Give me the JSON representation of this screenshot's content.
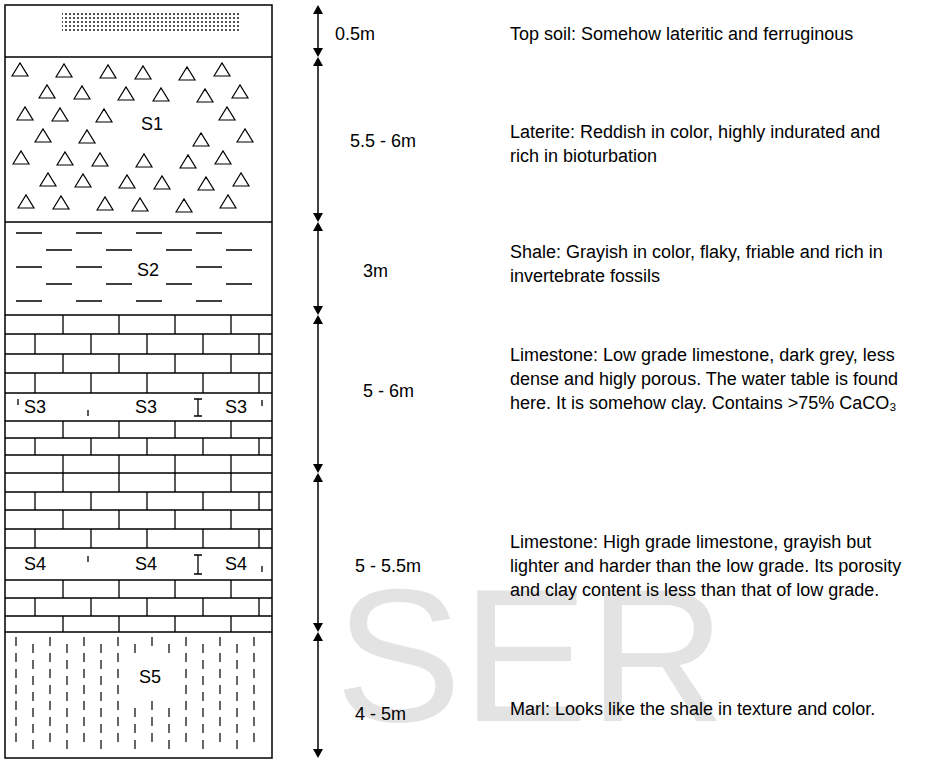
{
  "diagram": {
    "nodes": [
      {
        "text": [
          "S1"
        ]
      },
      {
        "text": [
          "S2"
        ]
      },
      {
        "text": [
          "S3",
          "S3",
          "S3"
        ]
      },
      {
        "text": [
          "S4",
          "S4",
          "S4"
        ]
      },
      {
        "text": [
          "S5"
        ]
      }
    ],
    "labels": [
      "0.5m",
      "Top soil: Somehow lateritic and ferruginous",
      "5.5 - 6m",
      "Laterite: Reddish in color, highly indurated and rich in bioturbation",
      "3m",
      "Shale: Grayish in color, flaky, friable and rich in invertebrate fossils",
      "5 - 6m",
      "Limestone: Low grade limestone, dark grey, less dense and higly porous. The water table is found here. It is somehow clay. Contains >75% CaCO₃",
      "5 - 5.5m",
      "Limestone: High grade limestone, grayish but lighter and harder than the low grade. Its porosity and clay content is less than that of low grade.",
      "4 - 5m",
      "Marl: Looks like the shale in texture and color.",
      "SER"
    ]
  }
}
